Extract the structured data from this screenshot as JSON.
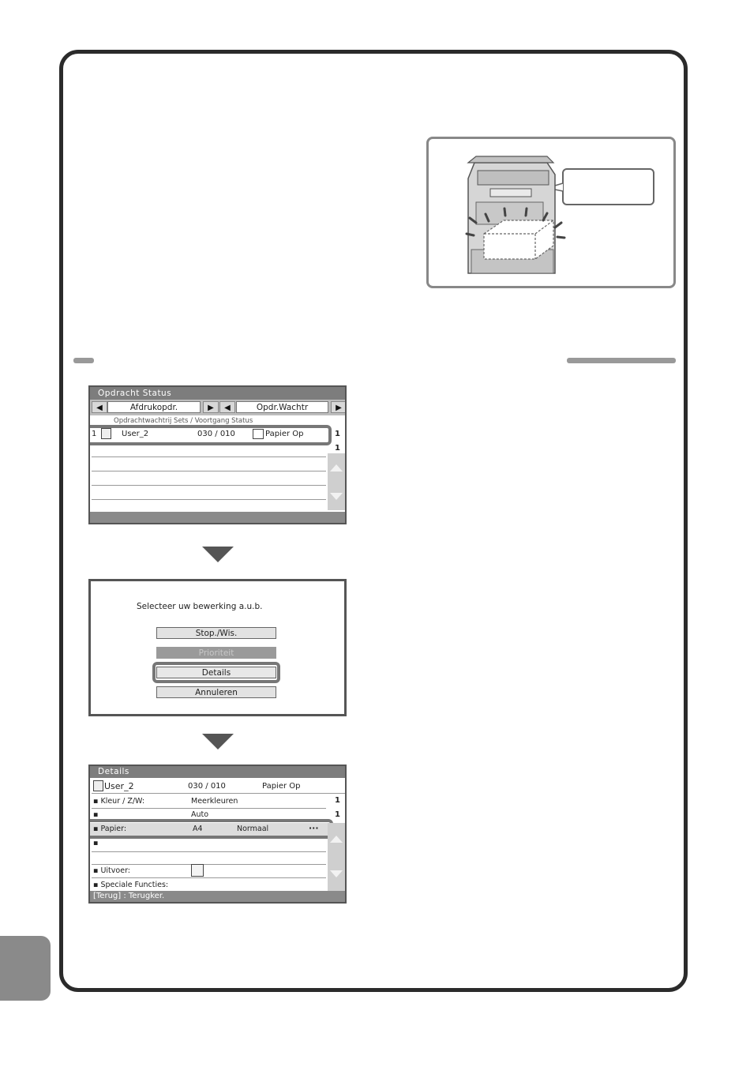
{
  "screen1": {
    "title": "Opdracht Status",
    "tab_left": "Afdrukopdr.",
    "tab_right": "Opdr.Wachtr",
    "header": "Opdrachtwachtrij    Sets / Voortgang    Status",
    "row": {
      "index": "1",
      "user": "User_2",
      "progress": "030 / 010",
      "status": "Papier Op"
    },
    "page_current": "1",
    "page_total": "1"
  },
  "screen2": {
    "prompt": "Selecteer uw bewerking a.u.b.",
    "buttons": {
      "stop": "Stop./Wis.",
      "priority": "Prioriteit",
      "details": "Details",
      "cancel": "Annuleren"
    }
  },
  "screen3": {
    "title": "Details",
    "user": "User_2",
    "progress": "030 / 010",
    "status": "Papier Op",
    "rows": {
      "color_label": "Kleur / Z/W:",
      "color_value": "Meerkleuren",
      "row2_value": "Auto",
      "paper_label": "Papier:",
      "paper_size": "A4",
      "paper_type": "Normaal",
      "paper_more": "···",
      "output_label": "Uitvoer:",
      "special_label": "Speciale Functies:"
    },
    "page_current": "1",
    "page_total": "1",
    "footer": "[Terug] : Terugker."
  }
}
